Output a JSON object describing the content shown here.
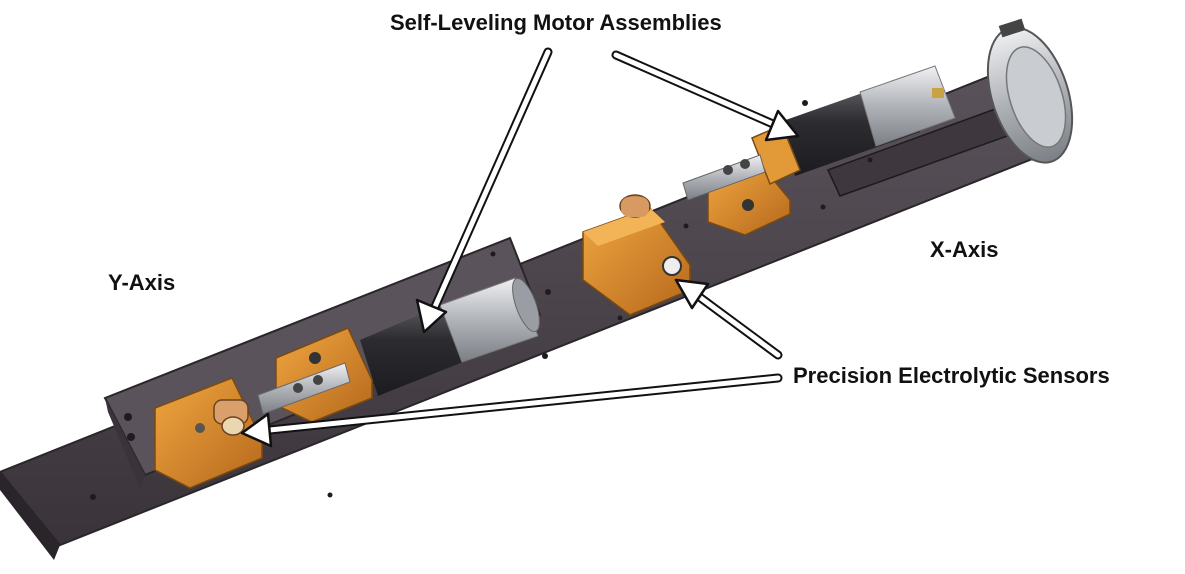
{
  "labels": {
    "motor_assemblies": "Self-Leveling Motor Assemblies",
    "x_axis": "X-Axis",
    "y_axis": "Y-Axis",
    "sensors": "Precision Electrolytic Sensors"
  },
  "colors": {
    "plate": "#4a434a",
    "plate_edge": "#2e292e",
    "bracket": "#d98a2a",
    "bracket_dark": "#a8621a",
    "motor_body": "#3a3a3e",
    "motor_end": "#b9bcc2",
    "arrow_fill": "#ffffff",
    "arrow_stroke": "#111111"
  }
}
